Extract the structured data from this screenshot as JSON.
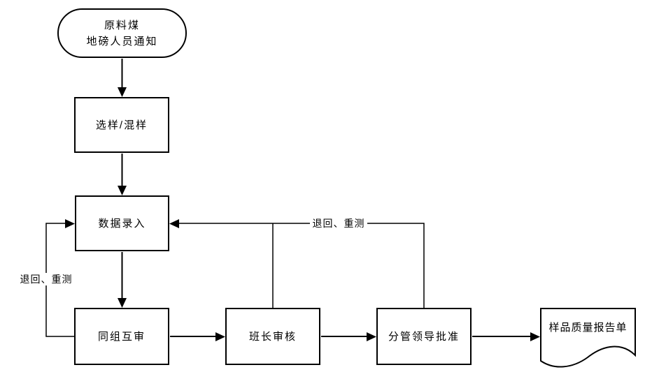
{
  "diagram": {
    "kind": "flowchart",
    "colors": {
      "background": "#ffffff",
      "line": "#000000",
      "node_fill": "#ffffff",
      "text": "#000000"
    },
    "nodes": {
      "start": {
        "shape": "terminator",
        "line1": "原料煤",
        "line2": "地磅人员通知"
      },
      "sample_mixing": {
        "shape": "process",
        "label": "选样/混样"
      },
      "data_entry": {
        "shape": "process",
        "label": "数据录入"
      },
      "peer_review": {
        "shape": "process",
        "label": "同组互审"
      },
      "team_leader_review": {
        "shape": "process",
        "label": "班长审核"
      },
      "leader_approval": {
        "shape": "process",
        "label": "分管领导批准"
      },
      "report": {
        "shape": "document",
        "label": "样品质量报告单"
      }
    },
    "edges": {
      "return_left_label": "退回、重测",
      "return_right_label": "退回、重测"
    }
  }
}
